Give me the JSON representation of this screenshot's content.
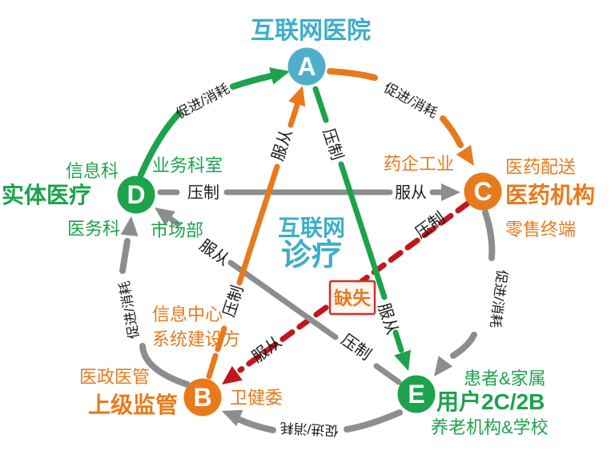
{
  "title": "互联网医院",
  "center": {
    "line1": "互联网",
    "line2": "诊疗"
  },
  "nodes": {
    "a": {
      "letter": "A"
    },
    "b": {
      "letter": "B",
      "title": "上级监管",
      "labels": {
        "left": "医政医管",
        "top1": "信息中心",
        "top2": "系统建设方",
        "right": "卫健委"
      }
    },
    "c": {
      "letter": "C",
      "title": "医药机构",
      "labels": {
        "top_left": "药企工业",
        "top_right": "医药配送",
        "bottom": "零售终端"
      }
    },
    "d": {
      "letter": "D",
      "title": "实体医疗",
      "labels": {
        "top_left": "信息科",
        "top_right": "业务科室",
        "bottom_left": "医务科",
        "bottom_right": "市场部"
      }
    },
    "e": {
      "letter": "E",
      "title": "用户2C/2B",
      "labels": {
        "top": "患者&家属",
        "bottom": "养老机构&学校"
      }
    }
  },
  "edge_labels": {
    "promote_consume": "促进/消耗",
    "suppress": "压制",
    "obey": "服从",
    "missing": "缺失"
  },
  "colors": {
    "teal_text": "#3BAECB",
    "teal_node": "#4FAFCA",
    "green": "#1CA34C",
    "orange": "#E87A1C",
    "gray": "#8D8D8D",
    "red": "#C3161C",
    "line_label": "#1A1A1A",
    "missing_box_bg": "#FEF6F2",
    "missing_box_border": "#D0302A"
  }
}
